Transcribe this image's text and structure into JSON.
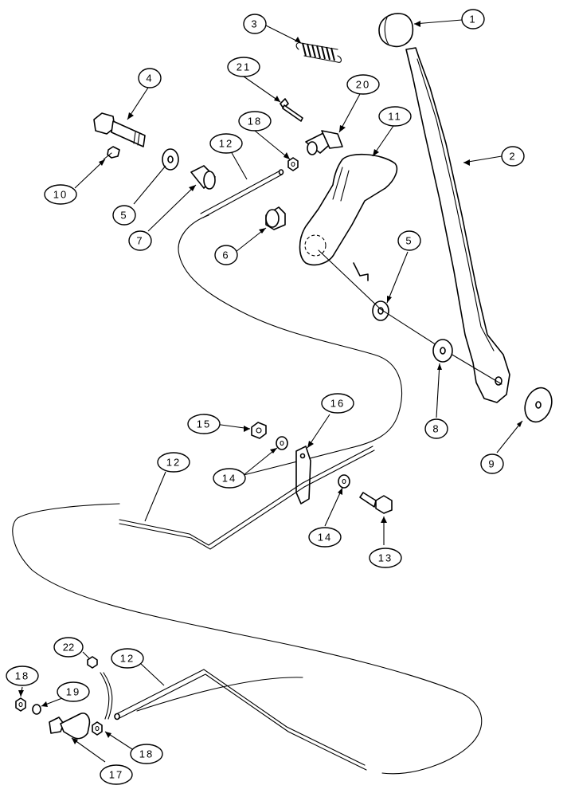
{
  "callouts": {
    "c1": "1",
    "c2": "2",
    "c3": "3",
    "c4": "4",
    "c5a": "5",
    "c5b": "5",
    "c6": "6",
    "c7": "7",
    "c8": "8",
    "c9": "9",
    "c10": "10",
    "c11": "11",
    "c12a": "12",
    "c12b": "12",
    "c12c": "12",
    "c13": "13",
    "c14a": "14",
    "c14b": "14",
    "c15": "15",
    "c16": "16",
    "c17": "17",
    "c18a": "18",
    "c18b": "18",
    "c18c": "18",
    "c19": "19",
    "c20": "20",
    "c21": "21",
    "c22": "22"
  }
}
